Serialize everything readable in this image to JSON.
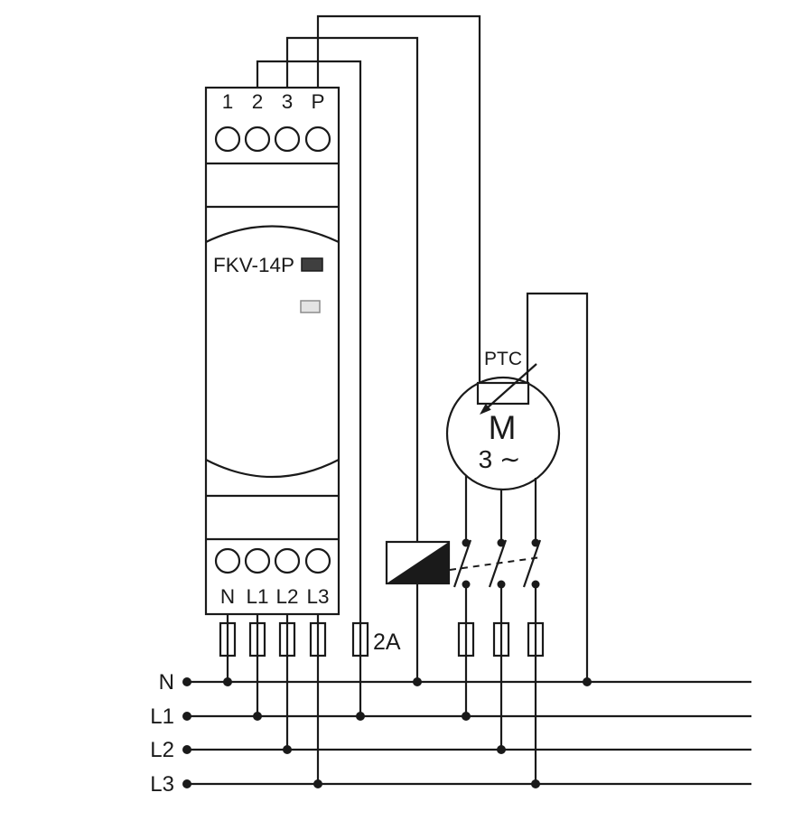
{
  "device": {
    "model": "FKV-14P",
    "top_terminals": [
      "1",
      "2",
      "3",
      "P"
    ],
    "bottom_terminals": [
      "N",
      "L1",
      "L2",
      "L3"
    ]
  },
  "motor": {
    "sensor_label": "PTC",
    "motor_letter": "M",
    "phase_label": "3 ∼"
  },
  "fuse": {
    "rating_label": "2A"
  },
  "rails": {
    "labels": [
      "N",
      "L1",
      "L2",
      "L3"
    ]
  },
  "colors": {
    "line": "#1a1a1a",
    "led_on": "#3f3f3f",
    "led_off": "#e4e4e4"
  }
}
